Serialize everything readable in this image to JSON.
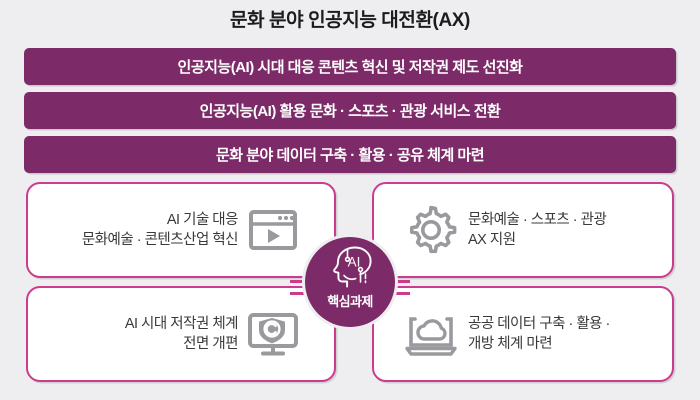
{
  "title": "문화 분야 인공지능 대전환(AX)",
  "colors": {
    "background": "#eeeef0",
    "bar_purple": "#7c2a68",
    "card_border_pink": "#cc3b8e",
    "icon_gray": "#9a9a9e",
    "title_text": "#1c1c1c",
    "card_text": "#3a3a3a"
  },
  "strategy_bars": [
    {
      "label": "인공지능(AI) 시대 대응 콘텐츠 혁신 및 저작권 제도 선진화"
    },
    {
      "label": "인공지능(AI) 활용 문화 · 스포츠 · 관광 서비스 전환"
    },
    {
      "label": "문화 분야 데이터 구축 · 활용 · 공유 체계 마련"
    }
  ],
  "center_badge": {
    "acronym": "AI",
    "label": "핵심과제",
    "icon": "ai-head-circuit-icon"
  },
  "task_cards": [
    {
      "position": "top-left",
      "text": "AI 기술 대응\n문화예술 · 콘텐츠산업 혁신",
      "icon": "browser-media-player-icon"
    },
    {
      "position": "top-right",
      "text": "문화예술 · 스포츠 · 관광\nAX 지원",
      "icon": "gear-icon"
    },
    {
      "position": "bottom-left",
      "text": "AI 시대 저작권 체계\n전면 개편",
      "icon": "monitor-copyright-shield-icon"
    },
    {
      "position": "bottom-right",
      "text": "공공 데이터 구축 · 활용 ·\n개방 체계 마련",
      "icon": "laptop-cloud-icon"
    }
  ]
}
